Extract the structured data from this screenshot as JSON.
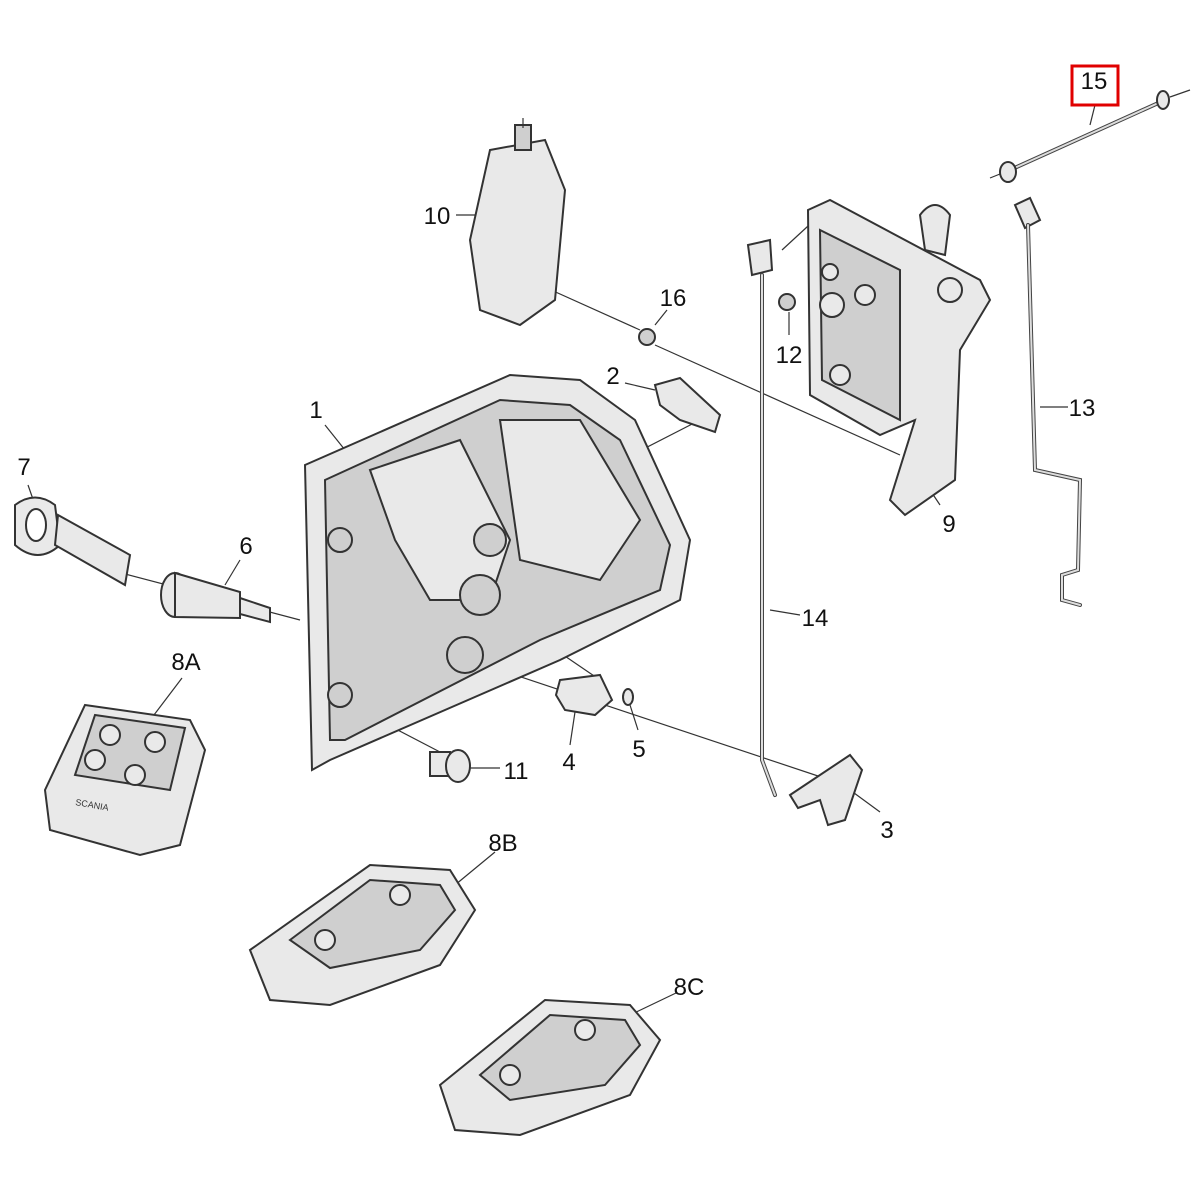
{
  "diagram": {
    "highlight_color": "#e00000",
    "highlighted_part": "15",
    "labels": {
      "p1": "1",
      "p2": "2",
      "p3": "3",
      "p4": "4",
      "p5": "5",
      "p6": "6",
      "p7": "7",
      "p8a": "8A",
      "p8b": "8B",
      "p8c": "8C",
      "p9": "9",
      "p10": "10",
      "p11": "11",
      "p12": "12",
      "p13": "13",
      "p14": "14",
      "p15": "15",
      "p16": "16"
    },
    "fob_brand": "SCANIA"
  }
}
